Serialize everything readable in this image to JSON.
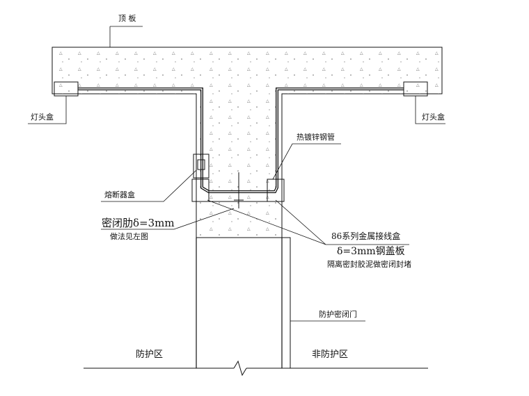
{
  "labels": {
    "slab": "顶  板",
    "lamp_box_left": "灯头盒",
    "lamp_box_right": "灯头盒",
    "galvanized_pipe": "热镀锌钢管",
    "fuse_box": "熔断器盒",
    "sealing_rib": "密闭肋δ=3mm",
    "method_see_left": "做法见左图",
    "junction_box_86": "86系列金属接线盒",
    "steel_cover": "δ=3mm钢盖板",
    "sealing_note": "隔离密封胶泥做密闭封堵",
    "airtight_door": "防护密闭门",
    "protected_zone": "防护区",
    "unprotected_zone": "非防护区"
  },
  "colors": {
    "line": "#111111",
    "hatch": "#444444",
    "background": "#ffffff"
  }
}
